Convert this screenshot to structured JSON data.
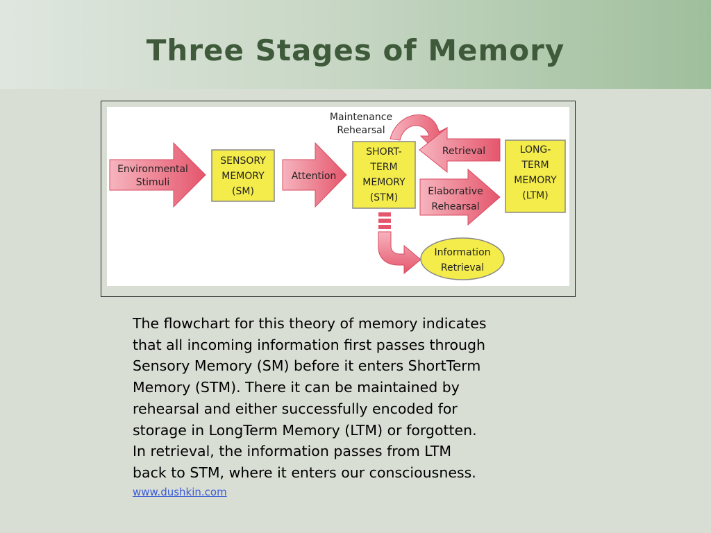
{
  "slide": {
    "title": "Three Stages of Memory"
  },
  "diagram": {
    "env_stimuli": [
      "Environmental",
      "Stimuli"
    ],
    "sensory_memory": [
      "SENSORY",
      "MEMORY",
      "(SM)"
    ],
    "attention": "Attention",
    "short_term_memory": [
      "SHORT-",
      "TERM",
      "MEMORY",
      "(STM)"
    ],
    "maintenance_rehearsal": [
      "Maintenance",
      "Rehearsal"
    ],
    "retrieval": "Retrieval",
    "elaborative_rehearsal": [
      "Elaborative",
      "Rehearsal"
    ],
    "long_term_memory": [
      "LONG-",
      "TERM",
      "MEMORY",
      "(LTM)"
    ],
    "information_retrieval": [
      "Information",
      "Retrieval"
    ],
    "colors": {
      "arrow_fill": "#f28a9a",
      "arrow_dark": "#e0566c",
      "box_fill": "#f4ec4a",
      "diagram_bg": "#ffffff"
    }
  },
  "caption": {
    "lines": [
      "The flowchart for this theory of memory indicates",
      "that all incoming information first passes through",
      "Sensory Memory (SM) before it enters ShortTerm",
      "Memory (STM). There it can be maintained by",
      "rehearsal and either successfully encoded for",
      "storage in LongTerm Memory (LTM) or forgotten.",
      "In retrieval, the information passes from LTM",
      "back to STM, where it enters our consciousness."
    ],
    "source_link": "www.dushkin.com"
  }
}
